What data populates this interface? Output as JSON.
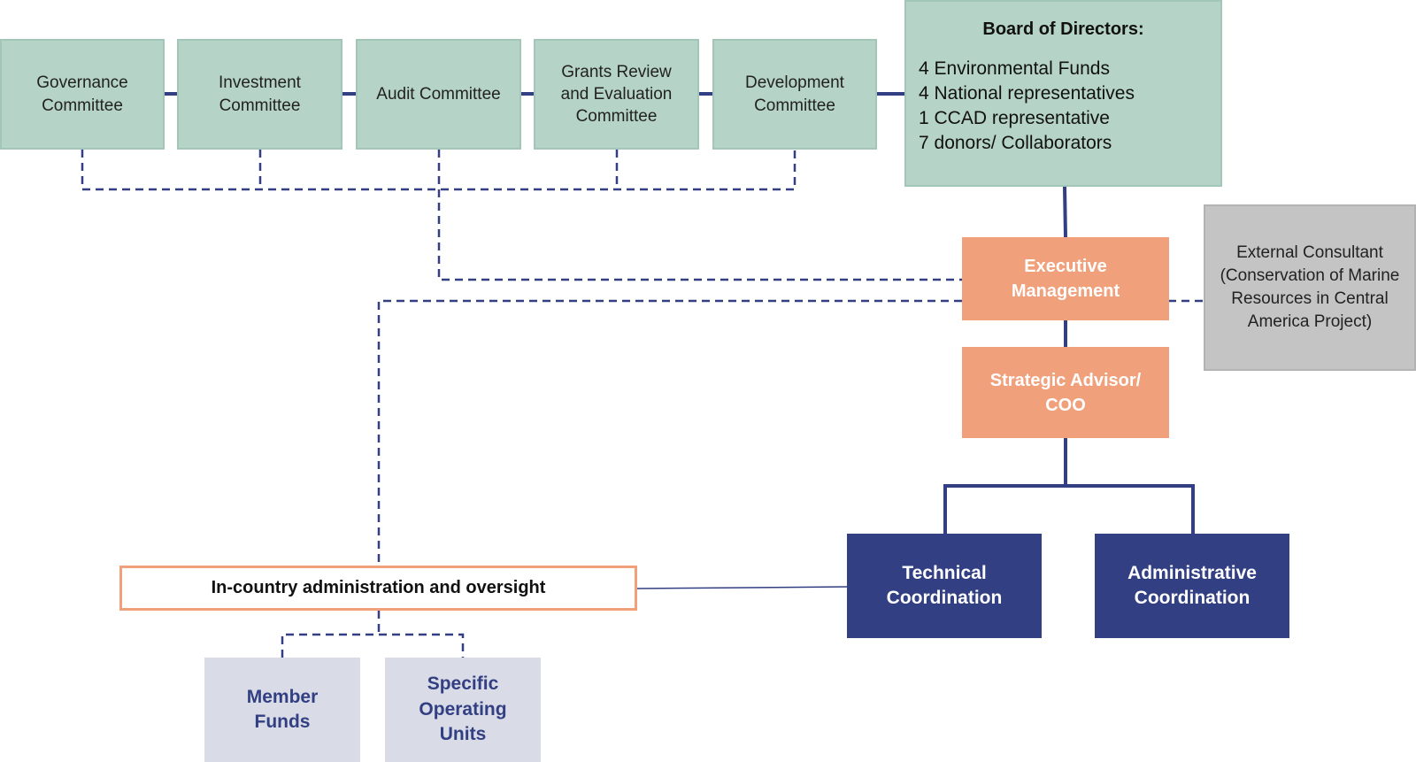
{
  "committees": [
    {
      "id": "governance",
      "label": "Governance\nCommittee"
    },
    {
      "id": "investment",
      "label": "Investment\nCommittee"
    },
    {
      "id": "audit",
      "label": "Audit Committee"
    },
    {
      "id": "grants",
      "label": "Grants Review\nand Evaluation\nCommittee"
    },
    {
      "id": "development",
      "label": "Development\nCommittee"
    }
  ],
  "board": {
    "title": "Board of Directors:",
    "lines": [
      "4 Environmental Funds",
      "4 National representatives",
      "1 CCAD representative",
      "7 donors/ Collaborators"
    ]
  },
  "executive": {
    "label": "Executive\nManagement"
  },
  "consultant": {
    "label": "External Consultant\n(Conservation of Marine\nResources in Central\nAmerica Project)"
  },
  "strategic": {
    "label": "Strategic Advisor/\nCOO"
  },
  "technical": {
    "label": "Technical\nCoordination"
  },
  "administrative": {
    "label": "Administrative\nCoordination"
  },
  "oversight": {
    "label": "In-country administration and oversight"
  },
  "member_funds": {
    "label": "Member\nFunds"
  },
  "operating_units": {
    "label": "Specific\nOperating\nUnits"
  },
  "colors": {
    "committee_fill": "#b5d3c7",
    "orange_fill": "#f0a07b",
    "navy_fill": "#323f82",
    "gray_fill": "#c4c4c4",
    "lilac_fill": "#d9dbe6",
    "connector": "#323f82"
  }
}
